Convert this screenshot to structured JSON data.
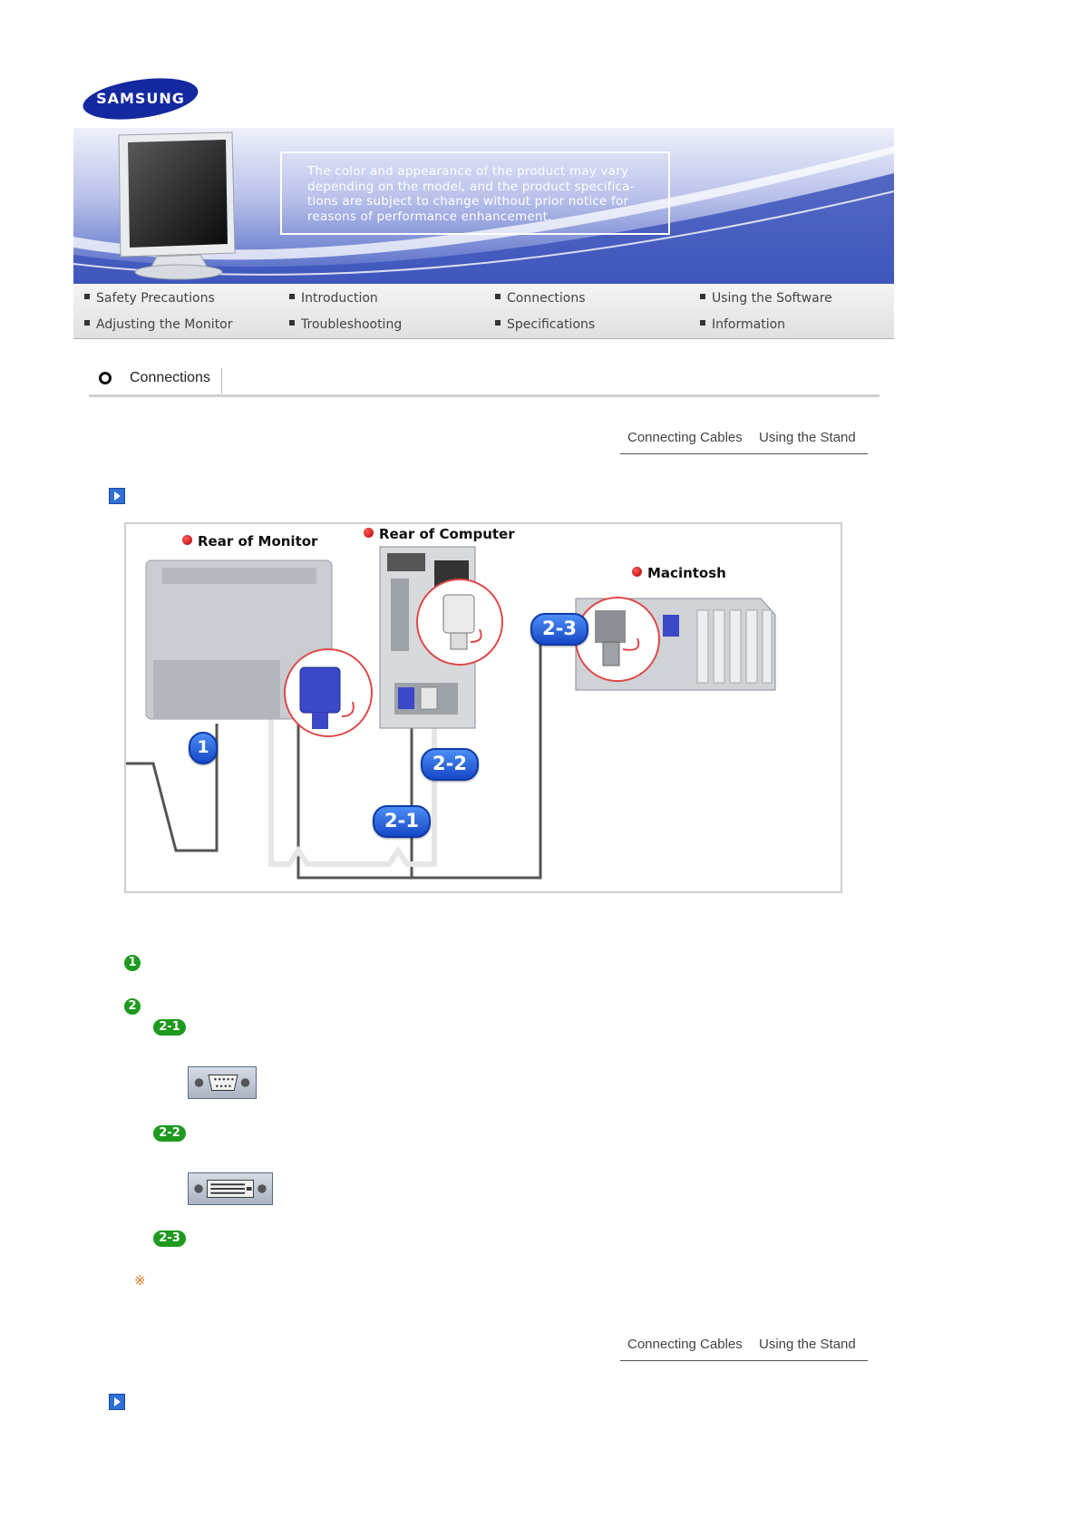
{
  "brand": {
    "logo_text": "SAMSUNG"
  },
  "banner": {
    "notice_lines": [
      "The color and appearance of the product may vary",
      "depending on the model, and the product specifica-",
      "tions are subject to change without prior notice for",
      "reasons of performance enhancement."
    ]
  },
  "nav": {
    "items": [
      "Safety Precautions",
      "Introduction",
      "Connections",
      "Using the Software",
      "Adjusting the Monitor",
      "Troubleshooting",
      "Specifications",
      "Information"
    ]
  },
  "section": {
    "title": "Connections"
  },
  "subtabs": {
    "connecting_cables": "Connecting Cables",
    "using_the_stand": "Using the Stand"
  },
  "diagram": {
    "labels": {
      "rear_monitor": "Rear of Monitor",
      "rear_computer": "Rear of Computer",
      "macintosh": "Macintosh"
    },
    "badges": [
      "1",
      "2-1",
      "2-2",
      "2-3"
    ]
  },
  "steps": {
    "step1": "1",
    "step2": "2",
    "sub": [
      "2-1",
      "2-2",
      "2-3"
    ]
  },
  "note": {
    "mark": "※"
  },
  "colors": {
    "banner_blue": "#4a62c4",
    "badge_blue": "#1a56d6",
    "step_green": "#1e9a1e",
    "note_orange": "#e8761e"
  }
}
